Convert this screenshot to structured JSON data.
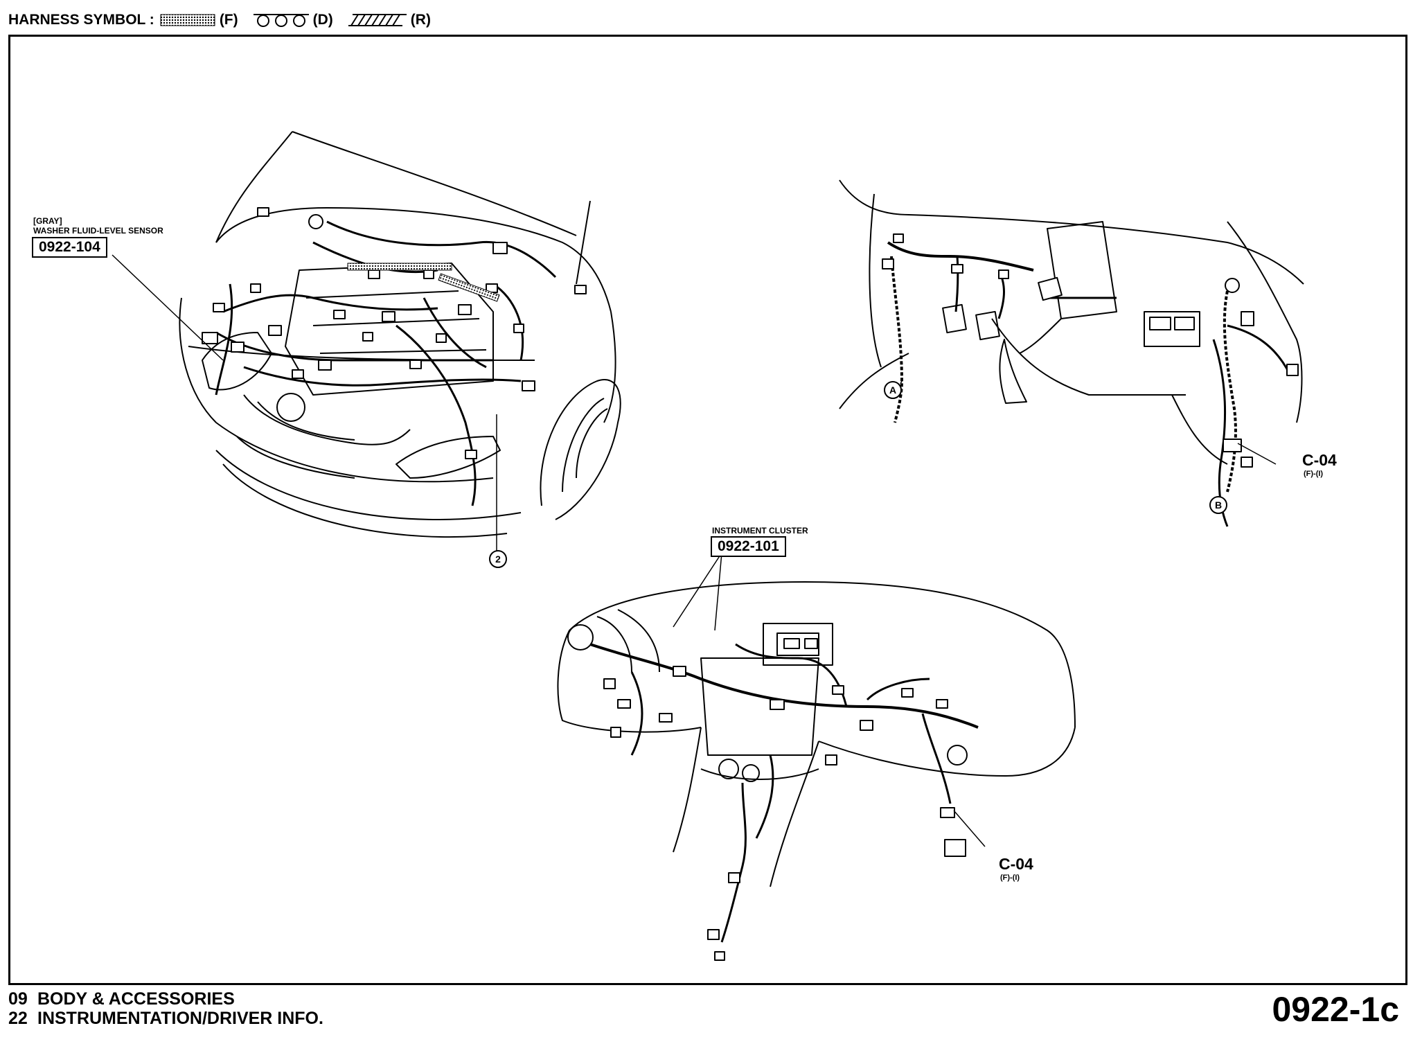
{
  "header": {
    "harness_label": "HARNESS SYMBOL :",
    "legend": [
      {
        "code": "(F)",
        "pattern": "dotted-fill"
      },
      {
        "code": "(D)",
        "pattern": "circles"
      },
      {
        "code": "(R)",
        "pattern": "diagonal-hatch"
      }
    ]
  },
  "callouts": {
    "washer": {
      "color_note": "[GRAY]",
      "name": "WASHER FLUID-LEVEL SENSOR",
      "ref": "0922-104"
    },
    "cluster": {
      "name": "INSTRUMENT CLUSTER",
      "ref": "0922-101"
    },
    "connector_right": {
      "code": "C-04",
      "note": "(F)-(I)"
    },
    "connector_bottom": {
      "code": "C-04",
      "note": "(F)-(I)"
    },
    "marker_2": "2",
    "marker_a": "A",
    "marker_b": "B"
  },
  "footer": {
    "lines": [
      {
        "num": "09",
        "text": "BODY & ACCESSORIES"
      },
      {
        "num": "22",
        "text": "INSTRUMENTATION/DRIVER INFO."
      }
    ],
    "page": "0922-1c"
  }
}
